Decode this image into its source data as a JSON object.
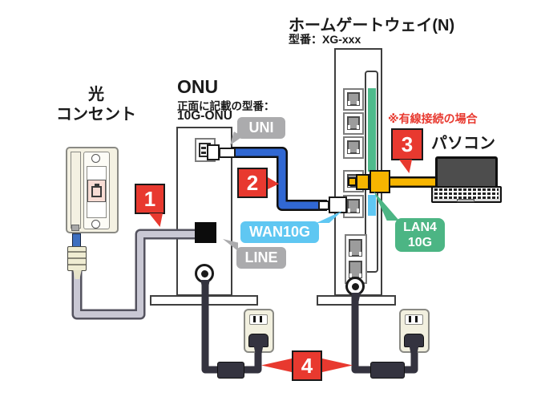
{
  "canvas": {
    "bg": "#ffffff"
  },
  "devices": {
    "optical_outlet": {
      "label": "光\nコンセント"
    },
    "onu": {
      "title": "ONU",
      "model_caption": "正面に記載の型番：",
      "model": "10G-ONU"
    },
    "gateway": {
      "title": "ホームゲートウェイ(N)",
      "model": "型番：XG-xxx"
    },
    "pc": {
      "label": "パソコン",
      "wired_note": "※有線接続の場合"
    }
  },
  "port_labels": {
    "uni": "UNI",
    "line": "LINE",
    "wan": "WAN10G",
    "lan4": "LAN4\n10G"
  },
  "steps": [
    {
      "number": "1"
    },
    {
      "number": "2"
    },
    {
      "number": "3"
    },
    {
      "number": "4"
    }
  ],
  "colors": {
    "step_red": "#e8392f",
    "note_red": "#e8392f",
    "cable_blue": "#3168d3",
    "cable_yellow": "#f7b500",
    "cable_gray": "#c9c8d4",
    "cord_dark": "#34333f",
    "bubble_gray": "#ababad",
    "bubble_light_blue": "#5fc7f2",
    "bubble_green": "#4cb584",
    "stripe_green": "#4fba8c",
    "stripe_light_blue": "#5fc7f2",
    "outlet_cream": "#f2f0df"
  }
}
